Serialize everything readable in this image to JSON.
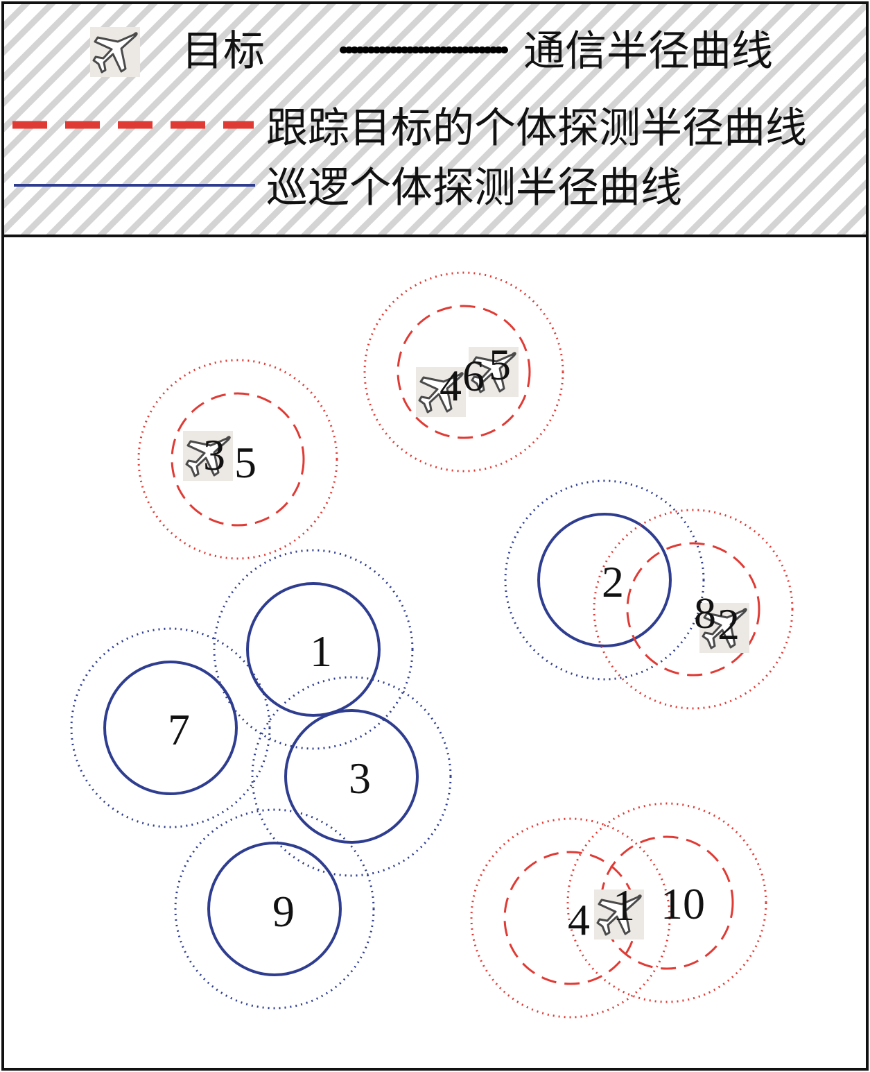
{
  "legend": {
    "target_label": "目标",
    "comm_label": "通信半径曲线",
    "tracking_label": "跟踪目标的个体探测半径曲线",
    "patrol_label": "巡逻个体探测半径曲线",
    "target_icon": "airplane-icon"
  },
  "colors": {
    "tracking": "#e03a34",
    "patrol": "#2e3d8f",
    "comm_legend": "#000000",
    "border": "#111111",
    "hatch": "#cfcfcf"
  },
  "patrol_agents": [
    {
      "id": "1"
    },
    {
      "id": "7"
    },
    {
      "id": "3"
    },
    {
      "id": "9"
    },
    {
      "id": "2"
    }
  ],
  "tracking_agents": [
    {
      "id": "3"
    },
    {
      "id": "5"
    },
    {
      "id": "4"
    },
    {
      "id": "6"
    },
    {
      "id": "5"
    },
    {
      "id": "8"
    },
    {
      "id": "2"
    },
    {
      "id": "4"
    },
    {
      "id": "1"
    },
    {
      "id": "10"
    }
  ],
  "targets": [
    {
      "id": "target-a"
    },
    {
      "id": "target-b"
    },
    {
      "id": "target-c"
    },
    {
      "id": "target-d"
    },
    {
      "id": "target-e"
    }
  ]
}
